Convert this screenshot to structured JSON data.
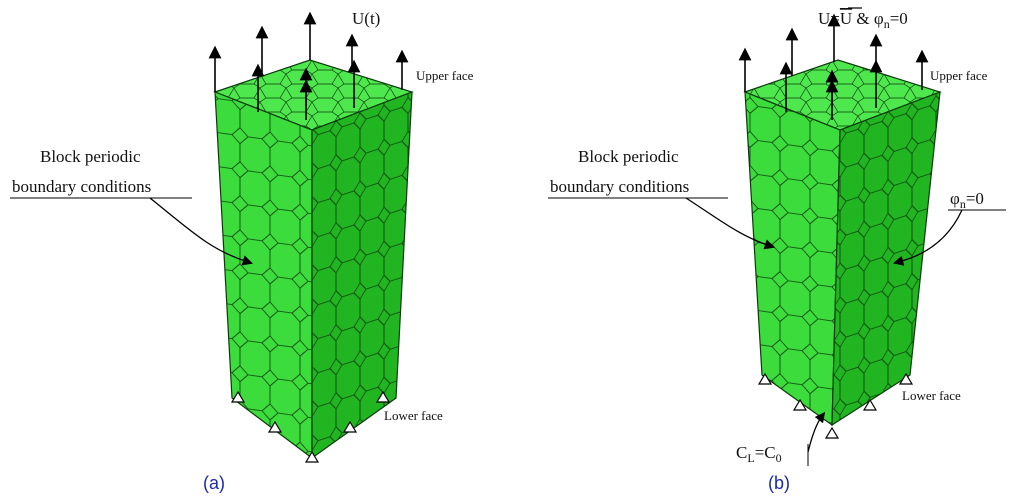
{
  "colors": {
    "face_top": "#4ee84e",
    "face_front": "#3ddc3d",
    "face_side": "#22b522",
    "edge": "#0b3a0b",
    "arrow": "#000000",
    "caption": "#1b2aa8"
  },
  "panel_a": {
    "caption": "(a)",
    "load_label": "U(t)",
    "upper_face_label": "Upper  face",
    "lower_face_label": "Lower face",
    "bc_label_line1": "Block periodic",
    "bc_label_line2": "boundary conditions"
  },
  "panel_b": {
    "caption": "(b)",
    "load_label_prefix": "U=",
    "load_label_bar": "U",
    "load_label_suffix": " & φ",
    "load_label_sub": "n",
    "load_label_end": "=0",
    "upper_face_label": "Upper  face",
    "lower_face_label": "Lower face",
    "bc_label_line1": "Block periodic",
    "bc_label_line2": "boundary conditions",
    "phi_label": "φ",
    "phi_sub": "n",
    "phi_end": "=0",
    "conc_c": "C",
    "conc_sub_l": "L",
    "conc_mid": "=C",
    "conc_sub_0": "0"
  }
}
